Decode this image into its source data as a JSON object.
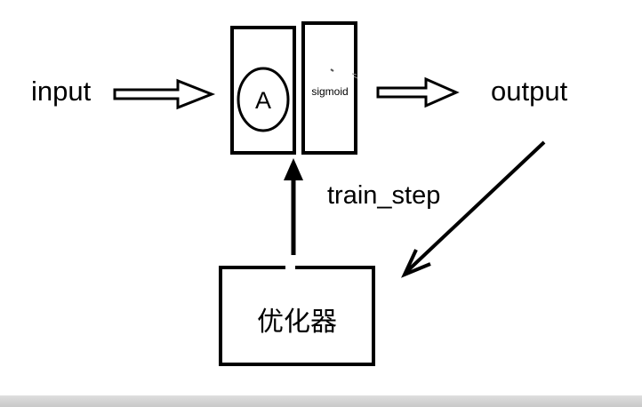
{
  "diagram": {
    "input_label": "input",
    "output_label": "output",
    "node_a_label": "A",
    "sigmoid_label": "sigmoid",
    "train_step_label": "train_step",
    "optimizer_label": "优化器"
  }
}
